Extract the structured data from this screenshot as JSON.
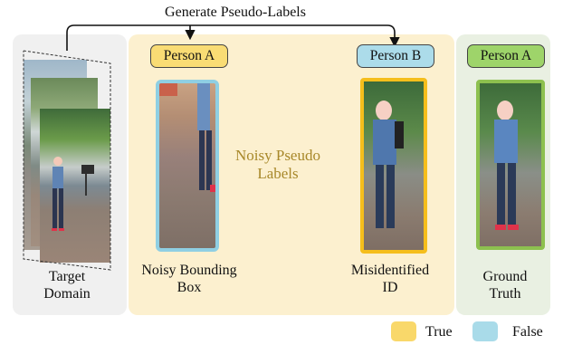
{
  "top_label": "Generate Pseudo-Labels",
  "center_label": [
    "Noisy Pseudo",
    "Labels"
  ],
  "tags": {
    "noisy_box": "Person A",
    "misidentified": "Person B",
    "ground_truth": "Person A"
  },
  "captions": {
    "target": [
      "Target",
      "Domain"
    ],
    "noisy_box": [
      "Noisy Bounding",
      "Box"
    ],
    "misidentified": [
      "Misidentified",
      "ID"
    ],
    "ground_truth": [
      "Ground",
      "Truth"
    ]
  },
  "legend": [
    {
      "label": "True",
      "color": "#f9d86a"
    },
    {
      "label": "False",
      "color": "#a9dbe9"
    }
  ],
  "colors": {
    "true_border": "#f5be1c",
    "false_border": "#8fcfe3",
    "gt_border": "#8dc04f",
    "tag_yellow": "#f9dc74",
    "tag_blue": "#acdcea",
    "tag_green": "#9ed46a",
    "center_label": "#a8882a"
  }
}
